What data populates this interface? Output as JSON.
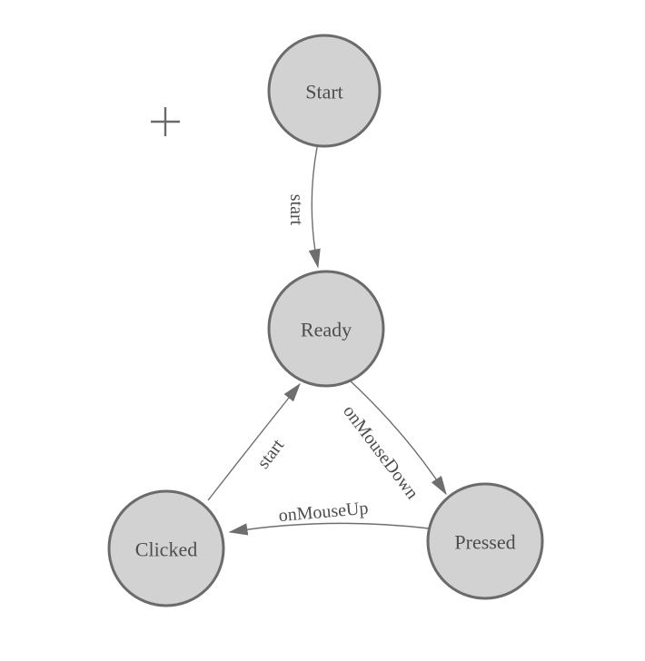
{
  "canvas": {
    "background": "#ffffff",
    "crosshair_marker_present": true
  },
  "palette": {
    "node_fill": "#d2d2d2",
    "node_border": "#6b6b6b",
    "edge_line": "#6e6e6e",
    "arrowhead": "#6e6e6e",
    "label_text": "#4d4d4d"
  },
  "nodes": [
    {
      "label": "Start"
    },
    {
      "label": "Ready"
    },
    {
      "label": "Clicked"
    },
    {
      "label": "Pressed"
    }
  ],
  "edges": [
    {
      "from": "Start",
      "to": "Ready",
      "label": "start"
    },
    {
      "from": "Ready",
      "to": "Pressed",
      "label": "onMouseDown"
    },
    {
      "from": "Pressed",
      "to": "Clicked",
      "label": "onMouseUp"
    },
    {
      "from": "Clicked",
      "to": "Ready",
      "label": "start"
    }
  ]
}
